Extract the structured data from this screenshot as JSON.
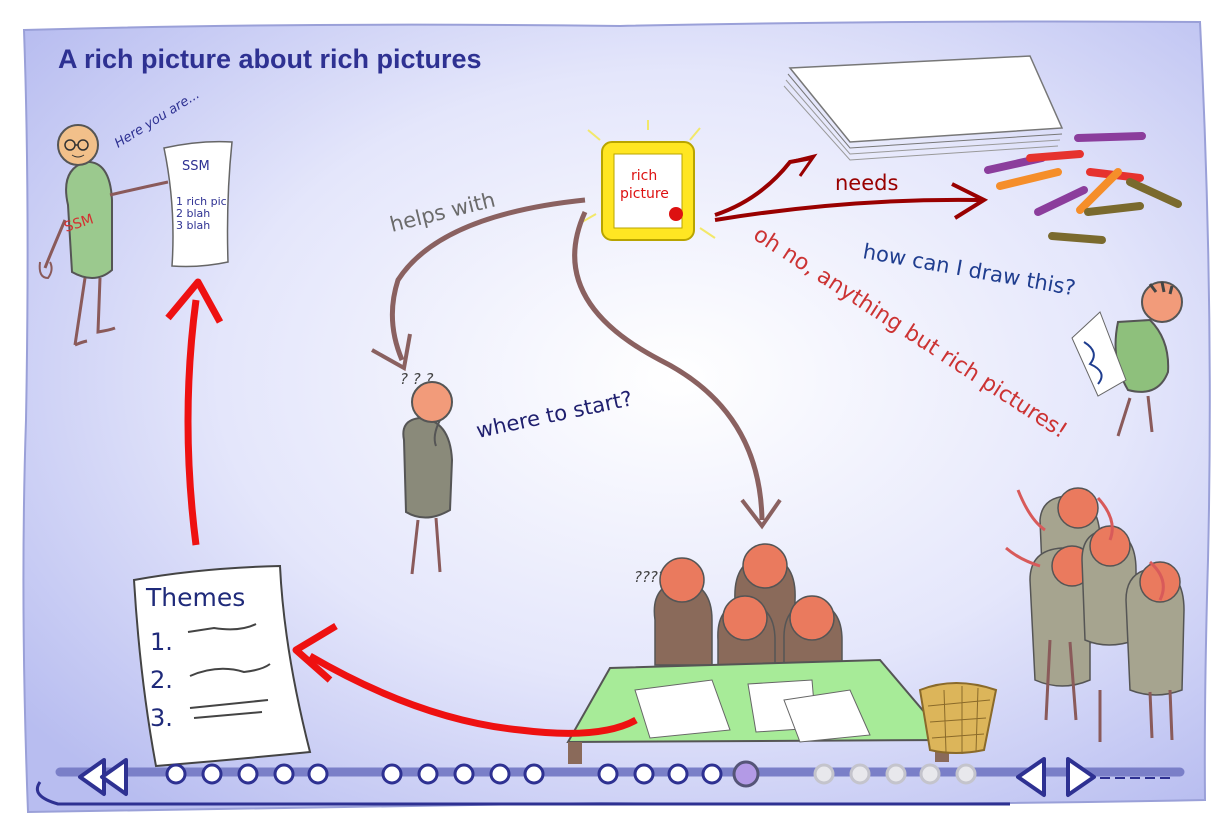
{
  "title": "A rich picture about rich pictures",
  "consultant": {
    "speech": "Here you are...",
    "shirt_label": "SSM"
  },
  "report": {
    "heading": "SSM",
    "lines": [
      "1 rich pic",
      "2 blah",
      "3 blah"
    ]
  },
  "frame_label": [
    "rich",
    "picture"
  ],
  "labels": {
    "helps_with": "helps with",
    "needs": "needs",
    "how_draw": "how can I draw this?",
    "oh_no": "oh no, anything but rich pictures!",
    "where_start": "where to start?",
    "question_marks": "? ? ?",
    "group_questions": "??????"
  },
  "themes": {
    "heading": "Themes",
    "items": [
      "1.",
      "2.",
      "3."
    ]
  },
  "nav": {
    "back_label": "back",
    "prev_label": "previous",
    "next_label": "next",
    "current_index": 14,
    "total": 20
  },
  "colors": {
    "background": "#c9cdf5",
    "title": "#2e3192",
    "brown_arrow": "#8a6160",
    "red_arrow": "#ee1111",
    "dark_red": "#990000",
    "nav_blue": "#2e3192",
    "shirt_green": "#9bc98e"
  }
}
